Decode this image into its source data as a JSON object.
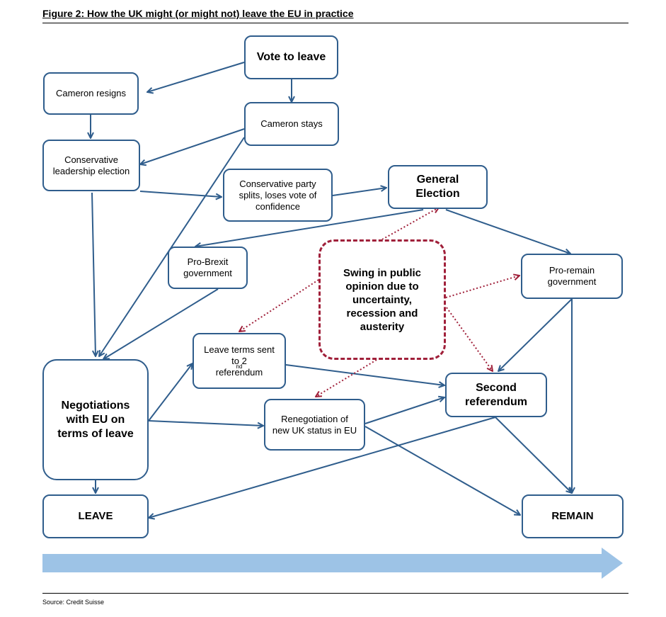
{
  "figure": {
    "title": "Figure 2: How the UK might (or might not) leave the EU in practice",
    "source": "Source: Credit Suisse"
  },
  "nodes": {
    "vote_to_leave": "Vote to leave",
    "cameron_resigns": "Cameron resigns",
    "cameron_stays": "Cameron stays",
    "leadership_election": "Conservative leadership election",
    "party_splits": "Conservative party splits, loses vote of confidence",
    "general_election": "General Election",
    "pro_brexit": "Pro-Brexit government",
    "swing": "Swing in public opinion due to uncertainty, recession and austerity",
    "pro_remain": "Pro-remain government",
    "leave_terms_pre": "Leave terms sent to 2",
    "leave_terms_sup": "nd",
    "leave_terms_post": "referendum",
    "negotiations": "Negotiations with EU on terms of leave",
    "renegotiation": "Renegotiation of new UK status in EU",
    "second_referendum": "Second referendum",
    "leave": "LEAVE",
    "remain": "REMAIN"
  },
  "colors": {
    "box_border": "#2f5d8c",
    "arrow": "#2f5d8c",
    "dashed_border": "#a0203a",
    "timeline": "#9dc3e6"
  }
}
